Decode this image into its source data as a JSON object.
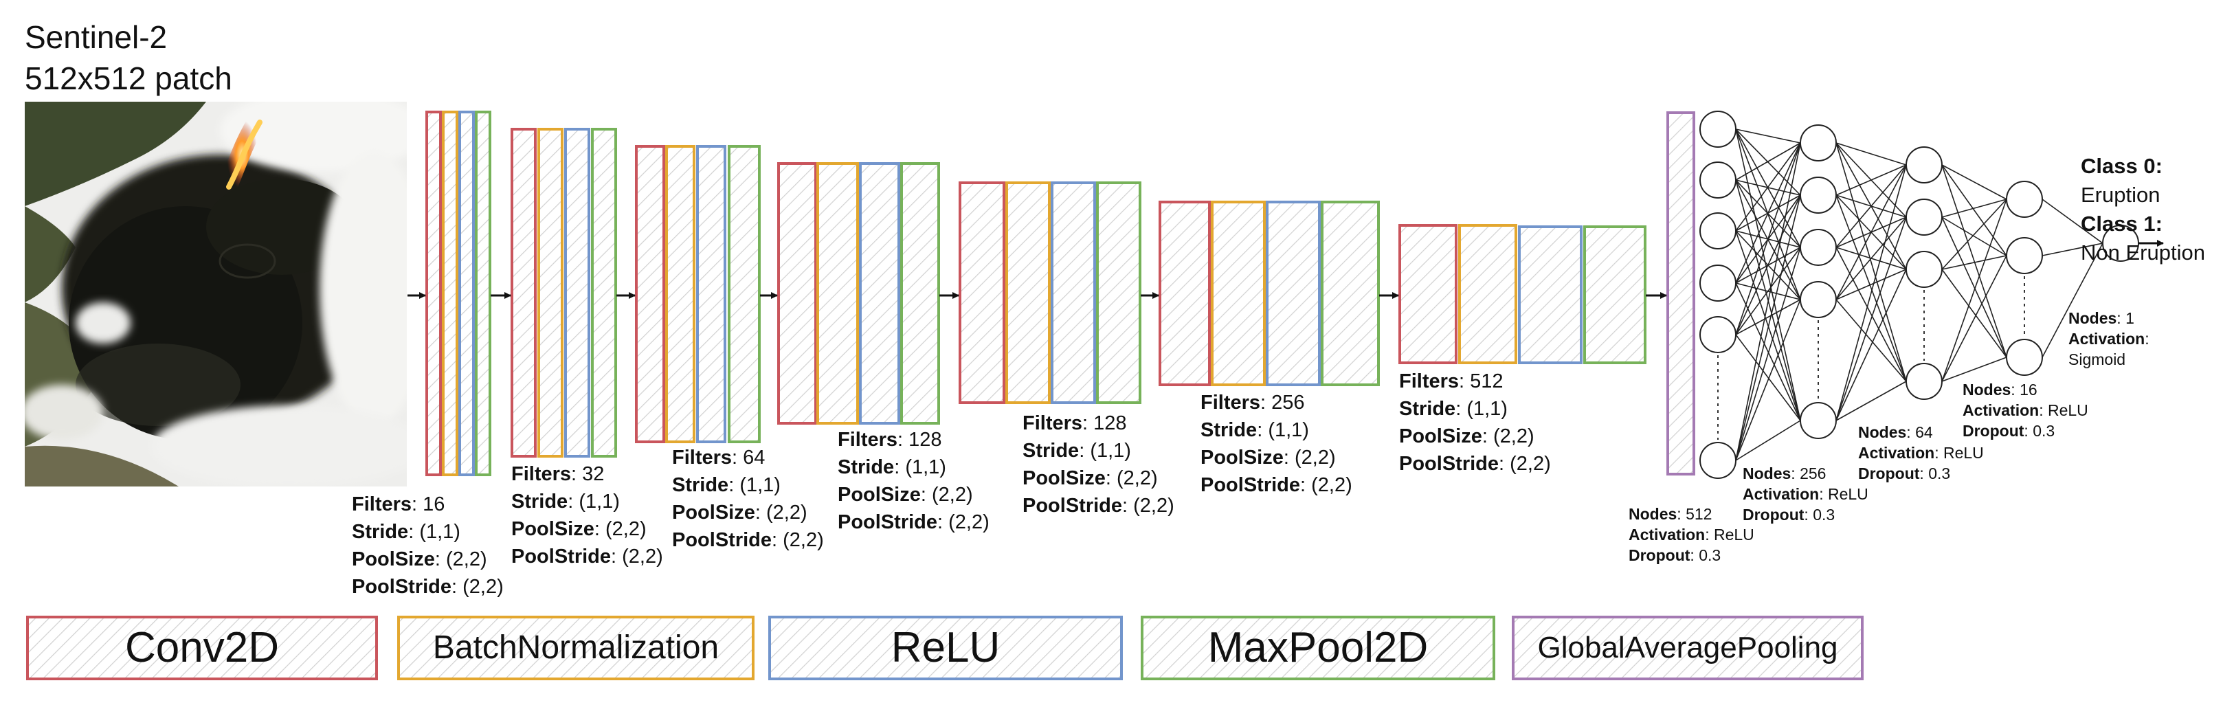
{
  "input": {
    "title_line1": "Sentinel-2",
    "title_line2": "512x512 patch"
  },
  "layer_types": {
    "conv": {
      "name": "Conv2D",
      "color": "#c9555c"
    },
    "bn": {
      "name": "BatchNormalization",
      "color": "#e3a72f"
    },
    "relu": {
      "name": "ReLU",
      "color": "#7295cc"
    },
    "pool": {
      "name": "MaxPool2D",
      "color": "#77b25a"
    },
    "gap": {
      "name": "GlobalAveragePooling",
      "color": "#a47ab3"
    }
  },
  "labels": {
    "filters": "Filters",
    "stride": "Stride",
    "poolsize": "PoolSize",
    "poolstride": "PoolStride",
    "nodes": "Nodes",
    "activation": "Activation",
    "dropout": "Dropout"
  },
  "conv_blocks": [
    {
      "filters": "16",
      "stride": "(1,1)",
      "poolsize": "(2,2)",
      "poolstride": "(2,2)"
    },
    {
      "filters": "32",
      "stride": "(1,1)",
      "poolsize": "(2,2)",
      "poolstride": "(2,2)"
    },
    {
      "filters": "64",
      "stride": "(1,1)",
      "poolsize": "(2,2)",
      "poolstride": "(2,2)"
    },
    {
      "filters": "128",
      "stride": "(1,1)",
      "poolsize": "(2,2)",
      "poolstride": "(2,2)"
    },
    {
      "filters": "128",
      "stride": "(1,1)",
      "poolsize": "(2,2)",
      "poolstride": "(2,2)"
    },
    {
      "filters": "256",
      "stride": "(1,1)",
      "poolsize": "(2,2)",
      "poolstride": "(2,2)"
    },
    {
      "filters": "512",
      "stride": "(1,1)",
      "poolsize": "(2,2)",
      "poolstride": "(2,2)"
    }
  ],
  "dense_layers": [
    {
      "nodes": "512",
      "activation": "ReLU",
      "dropout": "0.3"
    },
    {
      "nodes": "256",
      "activation": "ReLU",
      "dropout": "0.3"
    },
    {
      "nodes": "64",
      "activation": "ReLU",
      "dropout": "0.3"
    },
    {
      "nodes": "16",
      "activation": "ReLU",
      "dropout": "0.3"
    },
    {
      "nodes": "1",
      "activation": "Sigmoid"
    }
  ],
  "output_classes": {
    "class0_label": "Class 0:",
    "class0_name": "Eruption",
    "class1_label": "Class 1:",
    "class1_name": "Non Eruption"
  }
}
